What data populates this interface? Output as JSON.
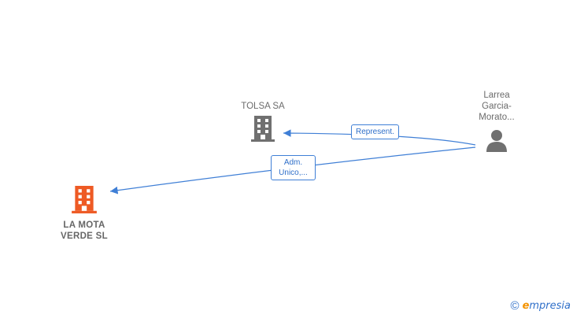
{
  "colors": {
    "accent": "#3f7fd6",
    "highlight_node": "#ee5a24",
    "node": "#707070"
  },
  "nodes": {
    "tolsa": {
      "label": "TOLSA SA",
      "icon": "building-icon"
    },
    "lamota": {
      "label": "LA MOTA\nVERDE  SL",
      "icon": "building-icon"
    },
    "person": {
      "label": "Larrea\nGarcia-\nMorato...",
      "icon": "person-icon"
    }
  },
  "edges": {
    "represent": {
      "label": "Represent."
    },
    "adm": {
      "label": "Adm.\nUnico,..."
    }
  },
  "footer": {
    "copyright_symbol": "©",
    "brand_initial": "e",
    "brand_rest": "mpresia"
  }
}
